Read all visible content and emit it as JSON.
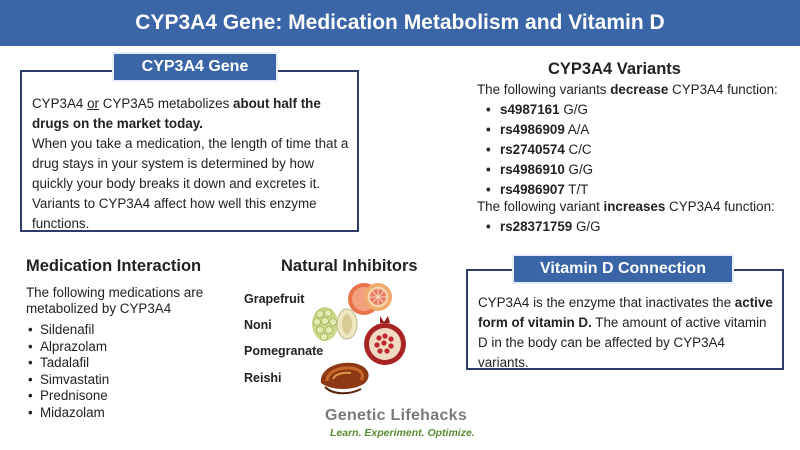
{
  "header": {
    "title": "CYP3A4 Gene: Medication Metabolism and Vitamin D"
  },
  "gene_box": {
    "tab": "CYP3A4 Gene",
    "p1_pre": "CYP3A4 ",
    "p1_or": "or",
    "p1_mid": " CYP3A5 metabolizes ",
    "p1_bold": "about half the drugs on the market today.",
    "p2": "When you take a medication, the length of time that a drug stays in your system is determined by how quickly your body breaks it down and excretes it. Variants to CYP3A4 affect how well this enzyme functions."
  },
  "variants": {
    "title": "CYP3A4 Variants",
    "decrease_pre": "The following variants ",
    "decrease_bold": "decrease",
    "decrease_post": " CYP3A4 function:",
    "decrease_list": [
      {
        "rs": "s4987161",
        "genotype": "G/G"
      },
      {
        "rs": "rs4986909",
        "genotype": "A/A"
      },
      {
        "rs": "rs2740574",
        "genotype": "C/C"
      },
      {
        "rs": "rs4986910",
        "genotype": "G/G"
      },
      {
        "rs": "rs4986907",
        "genotype": "T/T"
      }
    ],
    "increase_pre": "The following variant ",
    "increase_bold": "increases",
    "increase_post": " CYP3A4 function:",
    "increase_list": [
      {
        "rs": "rs28371759",
        "genotype": "G/G"
      }
    ]
  },
  "medication": {
    "title": "Medication Interaction",
    "intro": "The following medications are metabolized by CYP3A4",
    "items": [
      "Sildenafil",
      "Alprazolam",
      "Tadalafil",
      "Simvastatin",
      "Prednisone",
      "Midazolam"
    ]
  },
  "natural_inhibitors": {
    "title": "Natural Inhibitors",
    "items": [
      "Grapefruit",
      "Noni",
      "Pomegranate",
      "Reishi"
    ]
  },
  "vitamin_d": {
    "tab": "Vitamin D Connection",
    "text_pre": "CYP3A4 is the enzyme that inactivates the ",
    "text_bold": "active form of vitamin D.",
    "text_post": " The amount of active vitamin D in the body can be affected by CYP3A4 variants."
  },
  "logo": {
    "title": "Genetic Lifehacks",
    "tagline": "Learn. Experiment. Optimize."
  },
  "colors": {
    "header_bg": "#3a66a8",
    "box_border": "#2d3c6b",
    "tagline_green": "#5a8a2e"
  }
}
